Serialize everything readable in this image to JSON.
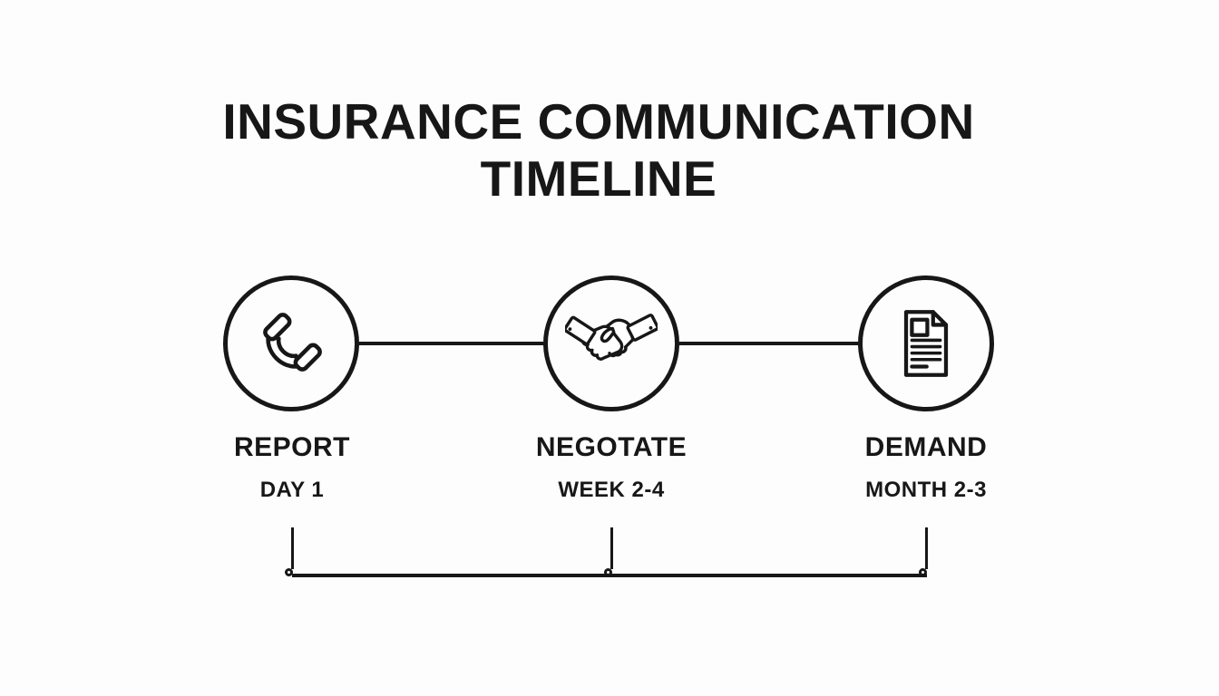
{
  "title": {
    "line1": "INSURANCE COMMUNICATION",
    "line2": "TIMELINE"
  },
  "stages": [
    {
      "name": "REPORT",
      "time": "DAY 1",
      "icon": "phone-icon"
    },
    {
      "name": "NEGOTATE",
      "time": "WEEK 2-4",
      "icon": "handshake-icon"
    },
    {
      "name": "DEMAND",
      "time": "MONTH 2-3",
      "icon": "document-icon"
    }
  ],
  "timeline": {
    "node_count": 3
  },
  "colors": {
    "ink": "#171717",
    "background": "#fdfdfd"
  }
}
